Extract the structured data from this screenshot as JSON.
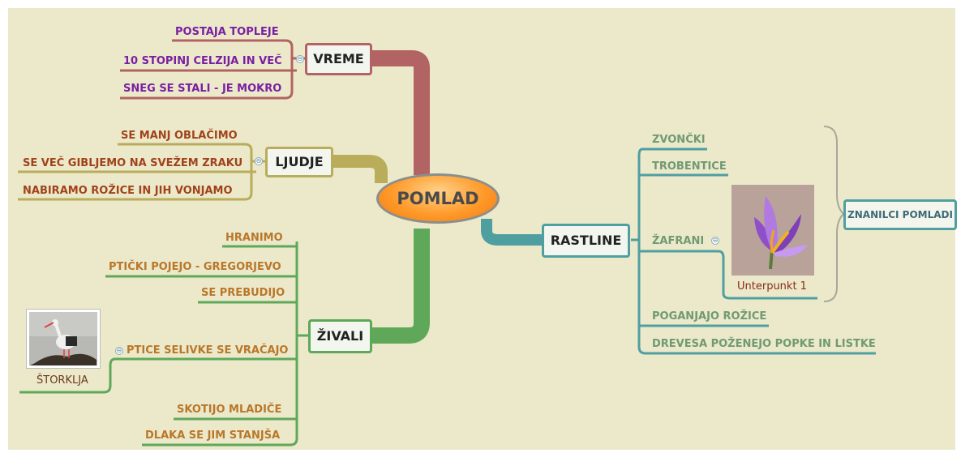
{
  "center": {
    "label": "POMLAD"
  },
  "branches": {
    "vreme": {
      "label": "VREME",
      "color": "#b26363",
      "items": [
        "POSTAJA TOPLEJE",
        "10 STOPINJ CELZIJA IN VEČ",
        "SNEG SE STALI - JE MOKRO"
      ]
    },
    "ljudje": {
      "label": "LJUDJE",
      "color": "#b9ac5a",
      "items": [
        "SE MANJ OBLAČIMO",
        "SE VEČ GIBLJEMO NA SVEŽEM ZRAKU",
        "NABIRAMO ROŽICE IN JIH VONJAMO"
      ]
    },
    "zivali": {
      "label": "ŽIVALI",
      "color": "#5fa85a",
      "items": [
        "HRANIMO",
        "PTIČKI POJEJO - GREGORJEVO",
        "SE PREBUDIJO",
        "PTICE SELIVKE SE VRAČAJO",
        "SKOTIJO MLADIČE",
        "DLAKA SE JIM STANJŠA"
      ],
      "image_caption": "ŠTORKLJA"
    },
    "rastline": {
      "label": "RASTLINE",
      "color": "#4f9fa0",
      "items": [
        "ZVONČKI",
        "TROBENTICE",
        "ŽAFRANI",
        "POGANJAJO ROŽICE",
        "DREVESA POŽENEJO POPKE IN LISTKE"
      ],
      "image_caption": "Unterpunkt 1",
      "summary": "ZNANILCI POMLADI"
    }
  },
  "collapse_symbol": "⊖"
}
